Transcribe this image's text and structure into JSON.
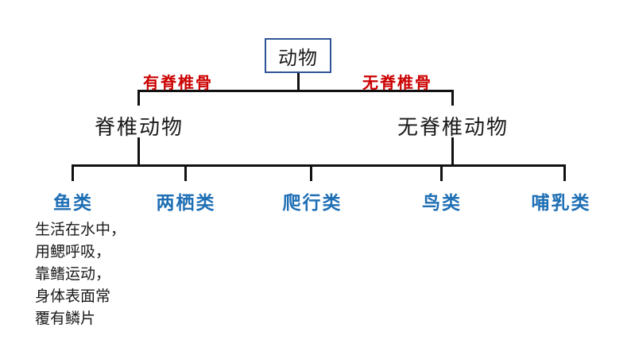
{
  "slide": {
    "background": "#FFFFFF",
    "tree": {
      "root_label": "动物",
      "branch_annotations": {
        "left": "有脊椎骨",
        "right": "无脊椎骨"
      },
      "level2": {
        "left": "脊椎动物",
        "right": "无脊椎动物"
      },
      "classes": [
        "鱼类",
        "两栖类",
        "爬行类",
        "鸟类",
        "哺乳类"
      ]
    },
    "fish_description": {
      "lines": [
        "生活在水中，",
        "用鳃呼吸，",
        "靠鳍运动，",
        "身体表面常",
        "覆有鳞片"
      ]
    },
    "colors": {
      "annotation_red": "#CC0000",
      "class_blue": "#1F6FB5",
      "root_box_border_blue": "#2F5496",
      "connector_black": "#111111",
      "text_black": "#1A1A1A"
    }
  }
}
